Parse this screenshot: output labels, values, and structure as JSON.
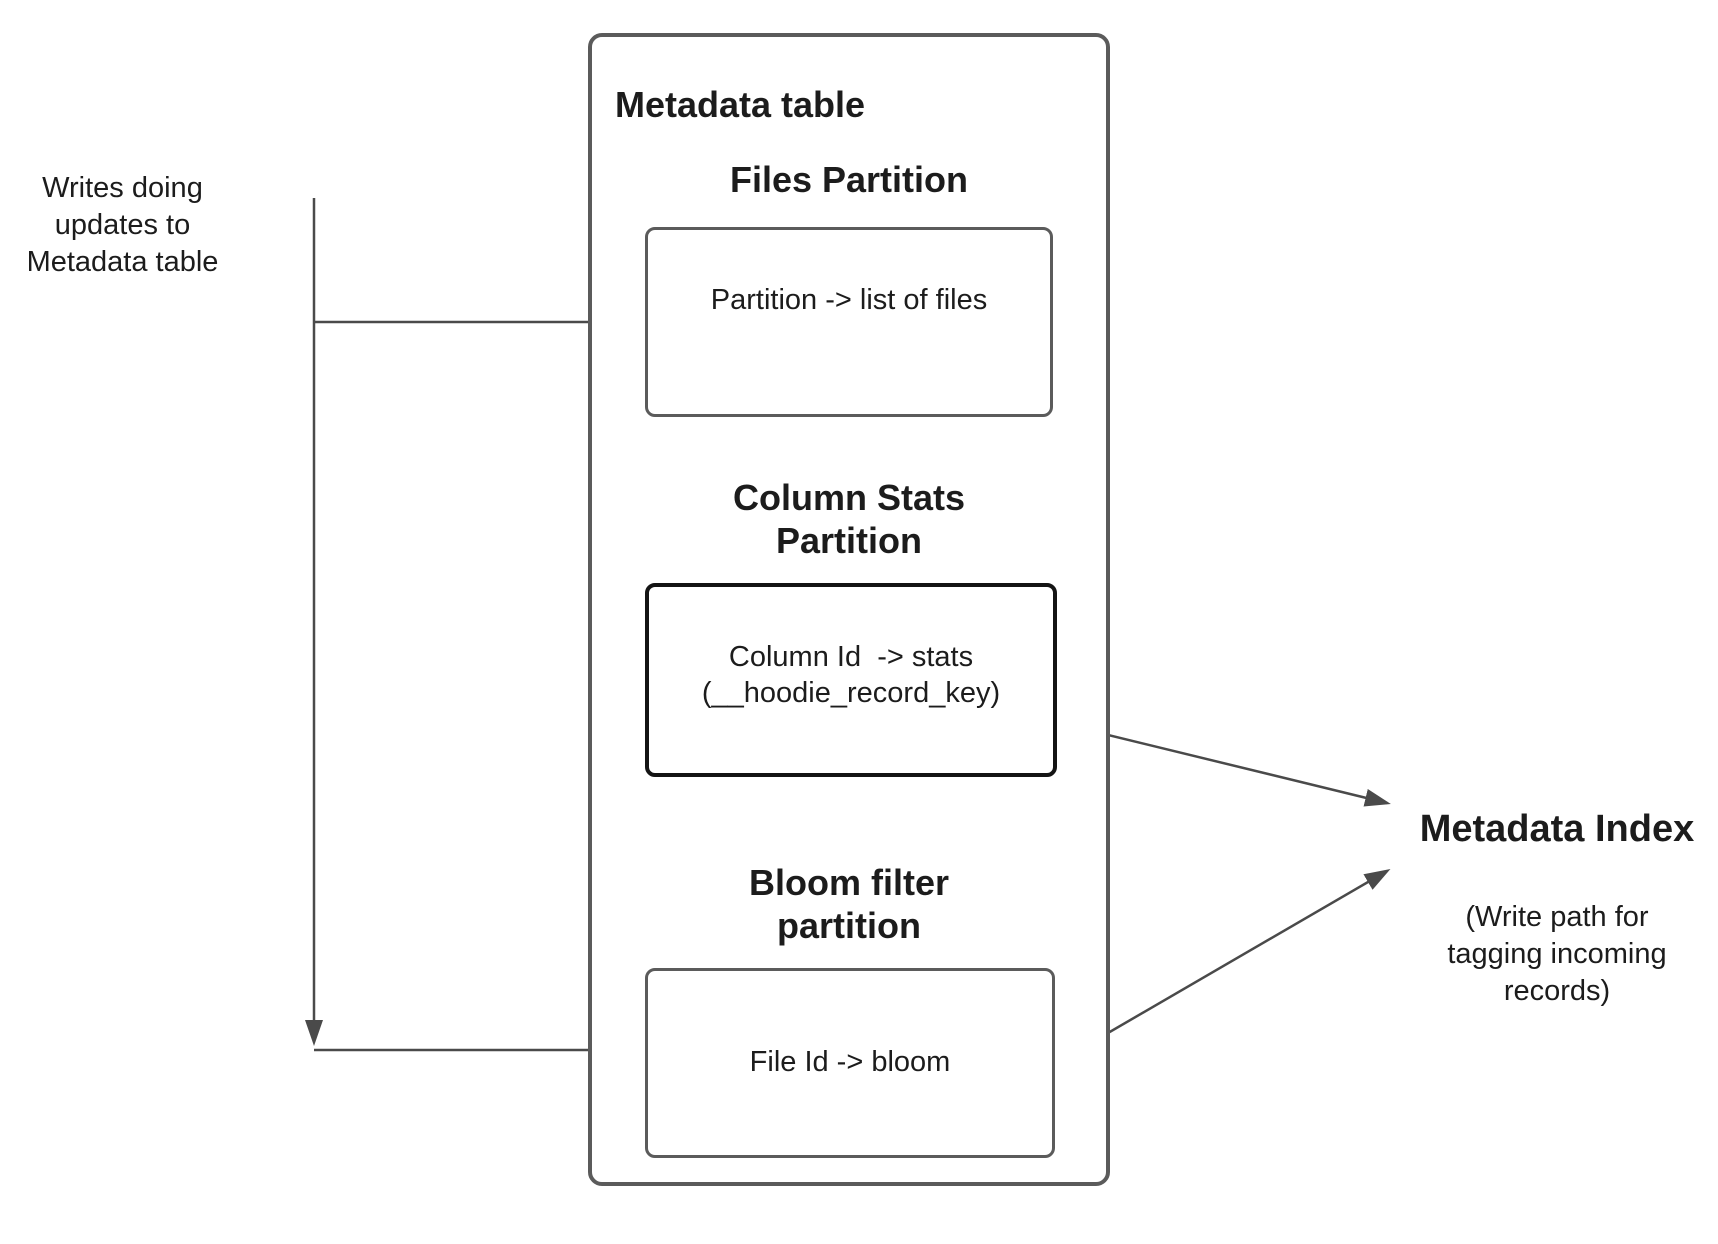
{
  "colors": {
    "background": "#ffffff",
    "box_border": "#5b5b5b",
    "emphasis_box_border": "#141414",
    "connector": "#4a4a4a",
    "text": "#1c1c1c"
  },
  "annotations": {
    "writes_note": "Writes doing\nupdates to\nMetadata table"
  },
  "metadata_table": {
    "title": "Metadata table",
    "partitions": [
      {
        "heading": "Files Partition",
        "content": "Partition -> list of files"
      },
      {
        "heading": "Column Stats\nPartition",
        "content": "Column Id  -> stats\n(__hoodie_record_key)"
      },
      {
        "heading": "Bloom filter\npartition",
        "content": "File Id -> bloom"
      }
    ]
  },
  "metadata_index": {
    "title": "Metadata Index",
    "subtitle": "(Write path for\ntagging incoming\nrecords)"
  }
}
